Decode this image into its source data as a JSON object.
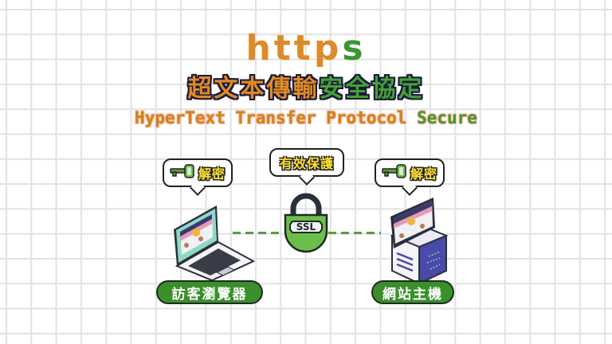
{
  "title": {
    "https_main": "http",
    "https_accent": "s",
    "zh_part1": "超文本傳輸",
    "zh_part2": "安全協定",
    "en_part1": "HyperText Transfer Protocol",
    "en_part2": "Secure"
  },
  "colors": {
    "orange": "#dd8a28",
    "green": "#3b9530",
    "dark_outline": "#1a1a3a",
    "pill_green": "#3a8f2c",
    "lock_green": "#6dbd4d",
    "dashed_line": "#5e9a3c",
    "grid": "#e2e2e2"
  },
  "client": {
    "bubble_text": "解密",
    "bubble_icon": "key-icon",
    "device_icon": "laptop-icon",
    "label": "訪客瀏覽器"
  },
  "middle": {
    "bubble_text": "有效保護",
    "lock_icon": "padlock-icon",
    "lock_label": "SSL"
  },
  "server": {
    "bubble_text": "解密",
    "bubble_icon": "key-icon",
    "device_icon": "server-icon",
    "label": "網站主機"
  }
}
